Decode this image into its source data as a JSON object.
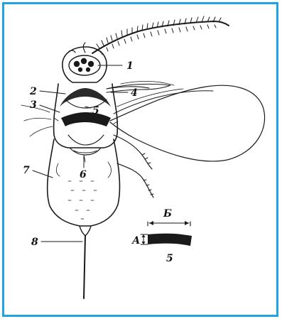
{
  "figure": {
    "frame_color": "#1fa3e1",
    "labels": {
      "l1": "1",
      "l2": "2",
      "l3": "3",
      "l4": "4",
      "l5": "5",
      "l6": "6",
      "l7": "7",
      "l8": "8"
    },
    "inset": {
      "width_label": "Б",
      "height_label": "А",
      "caption": "5"
    }
  }
}
